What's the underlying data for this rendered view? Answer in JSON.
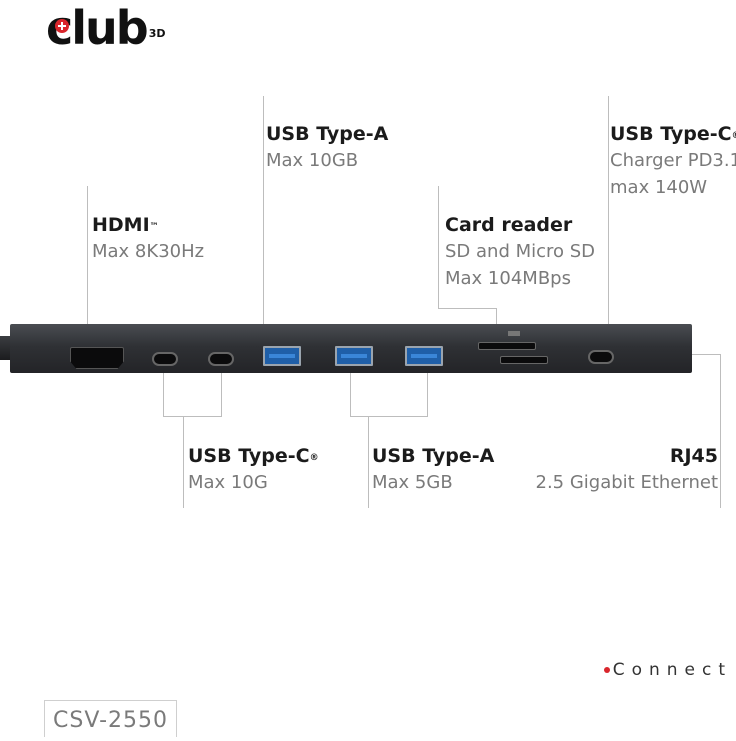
{
  "brand": {
    "logo_text": "club",
    "logo_super": "3D"
  },
  "labels": {
    "usb_a_top": {
      "title": "USB Type-A",
      "sub": [
        "Max 10GB"
      ]
    },
    "usb_c_pd": {
      "title": "USB Type-C",
      "mark": "®",
      "sub": [
        "Charger PD3.1",
        "max 140W"
      ]
    },
    "hdmi": {
      "title": "HDMI",
      "mark": "™",
      "sub": [
        "Max 8K30Hz"
      ]
    },
    "card_reader": {
      "title": "Card reader",
      "sub": [
        "SD and Micro SD",
        "Max 104MBps"
      ]
    },
    "usb_c_bottom": {
      "title": "USB Type-C",
      "mark": "®",
      "sub": [
        "Max 10G"
      ]
    },
    "usb_a_bottom": {
      "title": "USB Type-A",
      "sub": [
        "Max 5GB"
      ]
    },
    "rj45": {
      "title": "RJ45",
      "sub": [
        "2.5 Gigabit Ethernet"
      ]
    }
  },
  "footer": {
    "connect_text": "Connect",
    "model": "CSV-2550"
  }
}
